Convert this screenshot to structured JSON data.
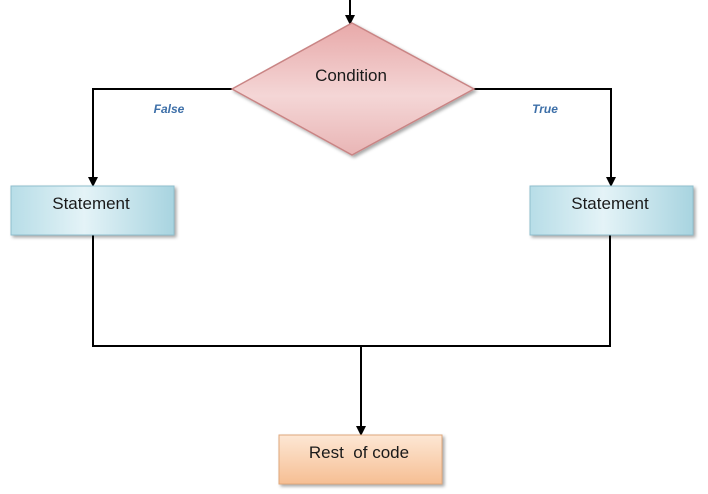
{
  "nodes": {
    "condition": {
      "label": "Condition",
      "shape": "diamond",
      "fill": "#f0c8c8",
      "stroke": "#c98585"
    },
    "statement_false": {
      "label": "Statement",
      "shape": "rectangle",
      "fill": "#cfe8ef",
      "stroke": "#8fbfce"
    },
    "statement_true": {
      "label": "Statement",
      "shape": "rectangle",
      "fill": "#cfe8ef",
      "stroke": "#8fbfce"
    },
    "rest_of_code": {
      "label": "Rest  of code",
      "shape": "rectangle",
      "fill": "#f8d5b8",
      "stroke": "#e0a87c"
    }
  },
  "edges": [
    {
      "from": "entry",
      "to": "condition",
      "label": ""
    },
    {
      "from": "condition",
      "to": "statement_false",
      "label": "False"
    },
    {
      "from": "condition",
      "to": "statement_true",
      "label": "True"
    },
    {
      "from": "statement_false",
      "to": "rest_of_code",
      "label": ""
    },
    {
      "from": "statement_true",
      "to": "rest_of_code",
      "label": ""
    }
  ],
  "colors": {
    "line": "#000000",
    "branch_label": "#3d6fa8"
  }
}
